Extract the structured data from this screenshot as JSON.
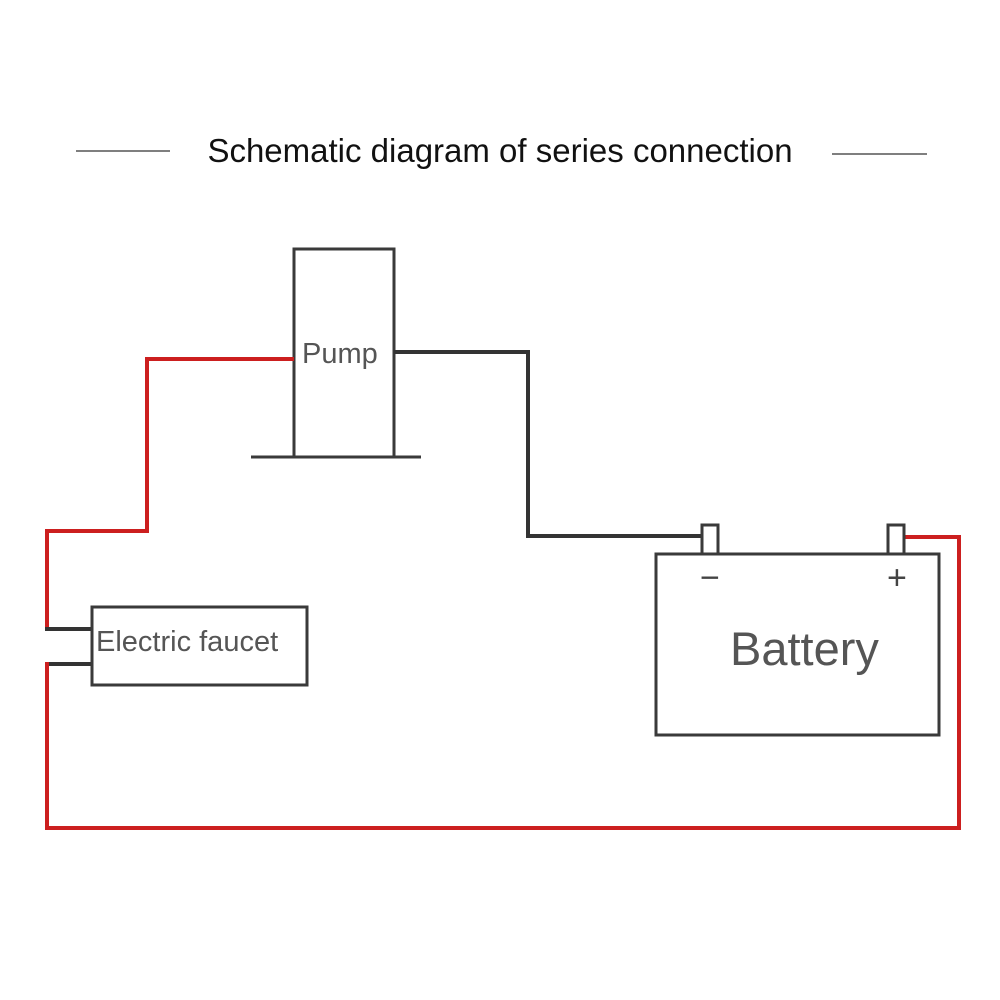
{
  "title": "Schematic diagram of series connection",
  "components": {
    "pump": {
      "label": "Pump"
    },
    "faucet": {
      "label": "Electric faucet"
    },
    "battery": {
      "label": "Battery",
      "negative_symbol": "−",
      "positive_symbol": "+"
    }
  },
  "colors": {
    "wire_positive": "#cc1f1f",
    "wire_negative": "#333333",
    "outline": "#3a3a3a",
    "label_text": "#555555",
    "title_text": "#111111"
  },
  "connections": [
    {
      "from": "battery.negative",
      "to": "pump",
      "color": "black"
    },
    {
      "from": "pump",
      "to": "electric-faucet",
      "color": "red"
    },
    {
      "from": "electric-faucet",
      "to": "battery.positive",
      "color": "red"
    }
  ]
}
